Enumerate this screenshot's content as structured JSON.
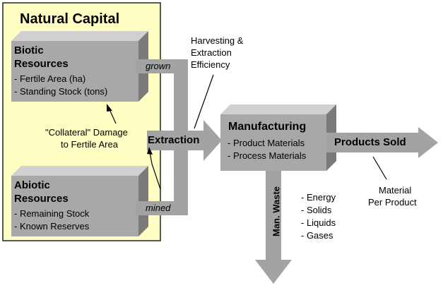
{
  "natural_capital": {
    "title": "Natural Capital",
    "biotic": {
      "heading_1": "Biotic",
      "heading_2": "Resources",
      "items": [
        "- Fertile Area (ha)",
        "- Standing Stock (tons)"
      ]
    },
    "abiotic": {
      "heading_1": "Abiotic",
      "heading_2": "Resources",
      "items": [
        "- Remaining Stock",
        "- Known Reserves"
      ]
    }
  },
  "flows": {
    "grown": "grown",
    "mined": "mined",
    "extraction": "Extraction",
    "products_sold": "Products Sold",
    "man_waste": "Man. Waste"
  },
  "manufacturing": {
    "heading": "Manufacturing",
    "items": [
      "- Product Materials",
      "- Process Materials"
    ]
  },
  "annotations": {
    "harvesting": [
      "Harvesting &",
      "Extraction",
      "Efficiency"
    ],
    "collateral": [
      "\"Collateral\" Damage",
      "to Fertile Area"
    ],
    "waste_types": [
      "- Energy",
      "- Solids",
      "- Liquids",
      "- Gases"
    ],
    "material_per_product": [
      "Material",
      "Per Product"
    ]
  },
  "colors": {
    "capital_bg": "#ffffc4",
    "box_front": "#a8a8a8",
    "box_top": "#d0d0d0",
    "box_side": "#7a7a7a",
    "arrow": "#a3a3a3"
  }
}
